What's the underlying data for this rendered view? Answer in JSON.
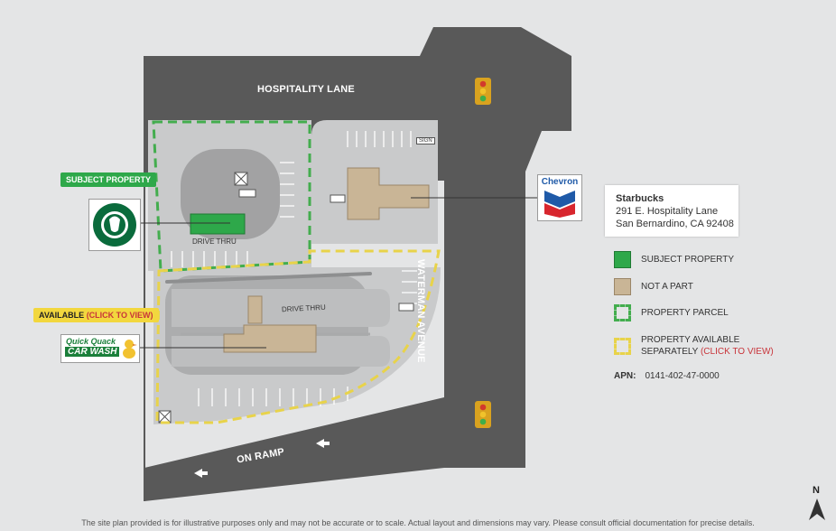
{
  "roads": {
    "hospitality": "HOSPITALITY LANE",
    "waterman": "WATERMAN AVENUE",
    "on_ramp": "ON RAMP"
  },
  "lot_labels": {
    "drive_thru_1": "DRIVE THRU",
    "drive_thru_2": "DRIVE THRU",
    "sign": "SIGN"
  },
  "badges": {
    "subject": "SUBJECT PROPERTY",
    "available": "AVAILABLE",
    "available_link": "(CLICK TO VIEW)"
  },
  "logos": {
    "chevron": "Chevron",
    "quick_quack_line1": "Quick Quack",
    "quick_quack_line2": "CAR WASH"
  },
  "info": {
    "name": "Starbucks",
    "address1": "291 E. Hospitality Lane",
    "address2": "San Bernardino, CA 92408"
  },
  "legend": {
    "subject": "SUBJECT PROPERTY",
    "not_part": "NOT A PART",
    "parcel": "PROPERTY PARCEL",
    "available_line1": "PROPERTY AVAILABLE",
    "available_line2": "SEPARATELY",
    "available_link": "(CLICK TO VIEW)",
    "apn_label": "APN:",
    "apn_value": "0141-402-47-0000"
  },
  "north": "N",
  "disclaimer": "The site plan provided is for illustrative purposes only and may not be accurate or to scale. Actual layout and dimensions may vary. Please consult official documentation for precise details.",
  "colors": {
    "road": "#595959",
    "lot": "#c9cacb",
    "building": "#c9b596",
    "subject": "#2ea84a",
    "parcel_border": "#43ad4e",
    "available_border": "#e8d34a",
    "red_link": "#c8343a"
  }
}
